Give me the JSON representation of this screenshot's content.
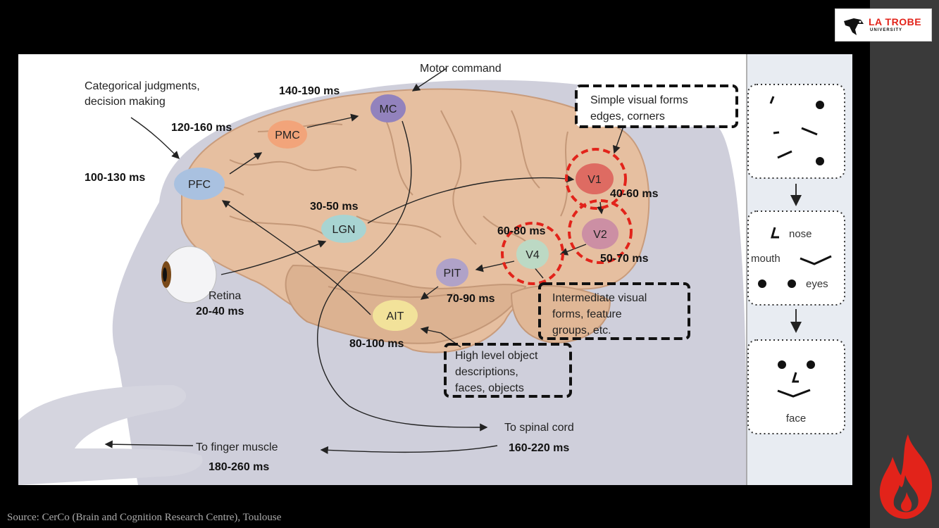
{
  "logo": {
    "name": "LA TROBE",
    "sub": "UNIVERSITY"
  },
  "source": "Source: CerCo (Brain and Cognition Research Centre), Toulouse",
  "regions": {
    "MC": "MC",
    "PMC": "PMC",
    "PFC": "PFC",
    "LGN": "LGN",
    "V1": "V1",
    "V2": "V2",
    "V4": "V4",
    "PIT": "PIT",
    "AIT": "AIT"
  },
  "timings": {
    "mc": "140-190 ms",
    "pmc": "120-160 ms",
    "pfc": "100-130 ms",
    "lgn": "30-50 ms",
    "v1": "40-60 ms",
    "v2": "50-70 ms",
    "v4": "60-80 ms",
    "pit": "70-90 ms",
    "ait": "80-100 ms",
    "retina": "20-40 ms",
    "spinal": "160-220 ms",
    "finger": "180-260 ms"
  },
  "labels": {
    "motor": "Motor command",
    "categorical_1": "Categorical judgments,",
    "categorical_2": "decision making",
    "retina": "Retina",
    "spinal": "To spinal cord",
    "finger": "To finger muscle"
  },
  "boxes": {
    "simple_1": "Simple visual forms",
    "simple_2": "edges, corners",
    "intermediate_1": "Intermediate visual",
    "intermediate_2": "forms, feature",
    "intermediate_3": "groups, etc.",
    "high_1": "High level object",
    "high_2": "descriptions,",
    "high_3": "faces, objects"
  },
  "panel": {
    "nose": "nose",
    "mouth": "mouth",
    "eyes": "eyes",
    "face": "face"
  },
  "colors": {
    "accent_red": "#e2231a",
    "brain": "#e8c0a0",
    "head": "#c9c9d6"
  }
}
